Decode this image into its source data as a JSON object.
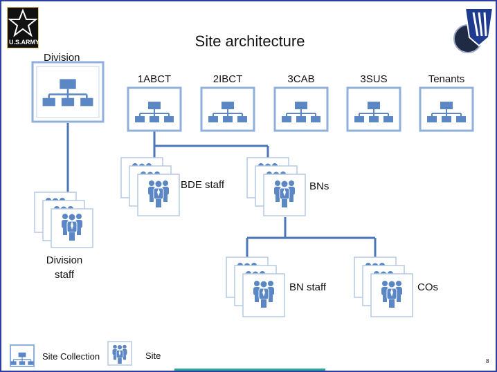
{
  "title": "Site architecture",
  "logo": {
    "text": "U.S.ARMY"
  },
  "nodes": {
    "division": "Division",
    "brigades": [
      "1ABCT",
      "2IBCT",
      "3CAB",
      "3SUS",
      "Tenants"
    ],
    "division_staff": "Division\nstaff",
    "bde_staff": "BDE staff",
    "bns": "BNs",
    "bn_staff": "BN staff",
    "cos": "COs"
  },
  "legend": {
    "collection": "Site Collection",
    "site": "Site"
  },
  "page_number": "8",
  "colors": {
    "primary": "#5b87c4",
    "frame": "#8fb0dc",
    "line": "#4a76b8",
    "border": "#2c3e9e"
  },
  "icons": {
    "collection": "site-collection-icon",
    "site": "site-people-icon",
    "logo": "army-star-logo",
    "patch": "division-patch-logo"
  }
}
